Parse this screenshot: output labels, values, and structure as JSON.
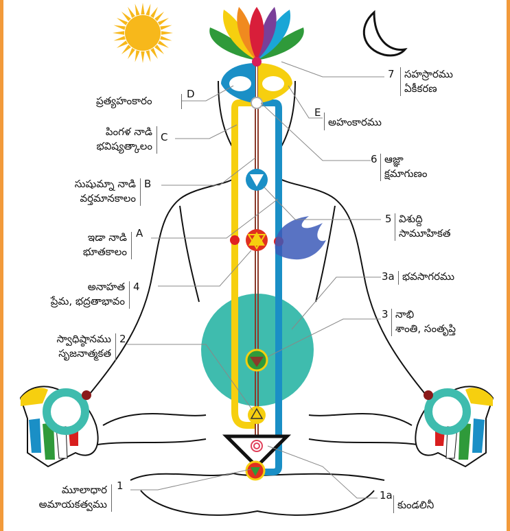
{
  "colors": {
    "border": "#f29a3a",
    "ida_yellow": "#f6cf0f",
    "pingala_blue": "#1a8fc6",
    "sushumna_brown": "#8b3a2a",
    "navel_teal": "#3fbcae",
    "sun": "#f7b81b",
    "flame": "#3c5bb8"
  },
  "icons": [
    "sun-icon",
    "moon-icon",
    "lotus-icon",
    "flame-icon"
  ],
  "labels": {
    "sahasrara": {
      "num": "7",
      "line1": "సహస్రారము",
      "line2": "ఏకీకరణ"
    },
    "pratyahankaram": {
      "letter": "D",
      "text": "ప్రత్యహంకారం"
    },
    "ahankaramu": {
      "letter": "E",
      "text": "అహంకారము"
    },
    "pingala": {
      "letter": "C",
      "line1": "పింగళ నాడి",
      "line2": "భవిష్యత్కాలం"
    },
    "ajna": {
      "num": "6",
      "line1": "ఆజ్ఞా",
      "line2": "క్షమాగుణం"
    },
    "sushumna": {
      "letter": "B",
      "line1": "సుషుమ్నా నాడి",
      "line2": "వర్తమానకాలం"
    },
    "vishuddhi": {
      "num": "5",
      "line1": "విశుద్ది",
      "line2": "సామూహికత"
    },
    "ida": {
      "letter": "A",
      "line1": "ఇడా నాడి",
      "line2": "భూతకాలం"
    },
    "anahata": {
      "num": "4",
      "line1": "అనాహత",
      "line2": "ప్రేమ, భద్రతాభావం"
    },
    "bhavasagaram": {
      "num": "3a",
      "text": "భవసాగరము"
    },
    "nabhi": {
      "num": "3",
      "line1": "నాభి",
      "line2": "శాంతి, సంతృప్తి"
    },
    "swadhisthana": {
      "num": "2",
      "line1": "స్వాధిష్ఠానము",
      "line2": "సృజనాత్మకత"
    },
    "mooladhara": {
      "num": "1",
      "line1": "మూలాధార",
      "line2": "అమాయకత్వము"
    },
    "kundalini": {
      "num": "1a",
      "text": "కుండలినీ"
    }
  }
}
